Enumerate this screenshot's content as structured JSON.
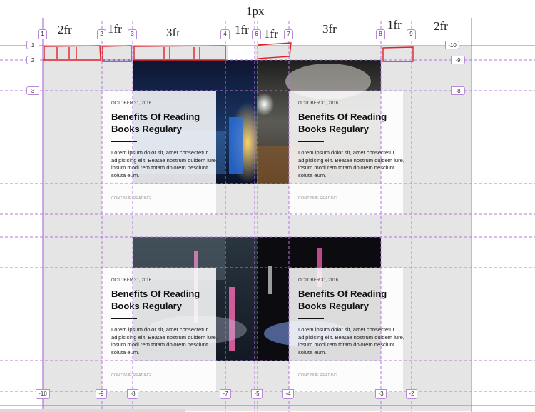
{
  "grid_heading": "1px",
  "column_track_labels": [
    "2fr",
    "1fr",
    "3fr",
    "1fr",
    "1fr",
    "3fr",
    "1fr",
    "2fr"
  ],
  "column_line_labels_top": [
    "1",
    "2",
    "3",
    "4",
    "6",
    "7",
    "8",
    "9"
  ],
  "column_line_labels_bottom": [
    "-10",
    "-9",
    "-8",
    "-7",
    "-5",
    "-4",
    "-3",
    "-2"
  ],
  "row_line_labels_left": [
    "1",
    "2",
    "3"
  ],
  "row_line_labels_right": [
    "-10",
    "-9",
    "-8"
  ],
  "colors": {
    "grid_line": "#a35bd6",
    "track_mark": "#e0202a",
    "background": "#e5e5e6",
    "card": "#ffffff"
  },
  "cards": [
    {
      "date": "OCTOBER 31, 2016",
      "title": "Benefits Of Reading Books Regulary",
      "excerpt": "Lorem ipsum dolor sit, amet consectetur adipisicing elit. Beatae nostrum quidem iure, ipsum modi rem totam dolorem nesciunt soluta eum.",
      "more": "CONTINUE READING"
    },
    {
      "date": "OCTOBER 31, 2016",
      "title": "Benefits Of Reading Books Regulary",
      "excerpt": "Lorem ipsum dolor sit, amet consectetur adipisicing elit. Beatae nostrum quidem iure, ipsum modi rem totam dolorem nesciunt soluta eum.",
      "more": "CONTINUE READING"
    },
    {
      "date": "OCTOBER 31, 2016",
      "title": "Benefits Of Reading Books Regulary",
      "excerpt": "Lorem ipsum dolor sit, amet consectetur adipisicing elit. Beatae nostrum quidem iure, ipsum modi rem totam dolorem nesciunt soluta eum.",
      "more": "CONTINUE READING"
    },
    {
      "date": "OCTOBER 31, 2016",
      "title": "Benefits Of Reading Books Regulary",
      "excerpt": "Lorem ipsum dolor sit, amet consectetur adipisicing elit. Beatae nostrum quidem iure, ipsum modi rem totam dolorem nesciunt soluta eum.",
      "more": "CONTINUE READING"
    }
  ]
}
